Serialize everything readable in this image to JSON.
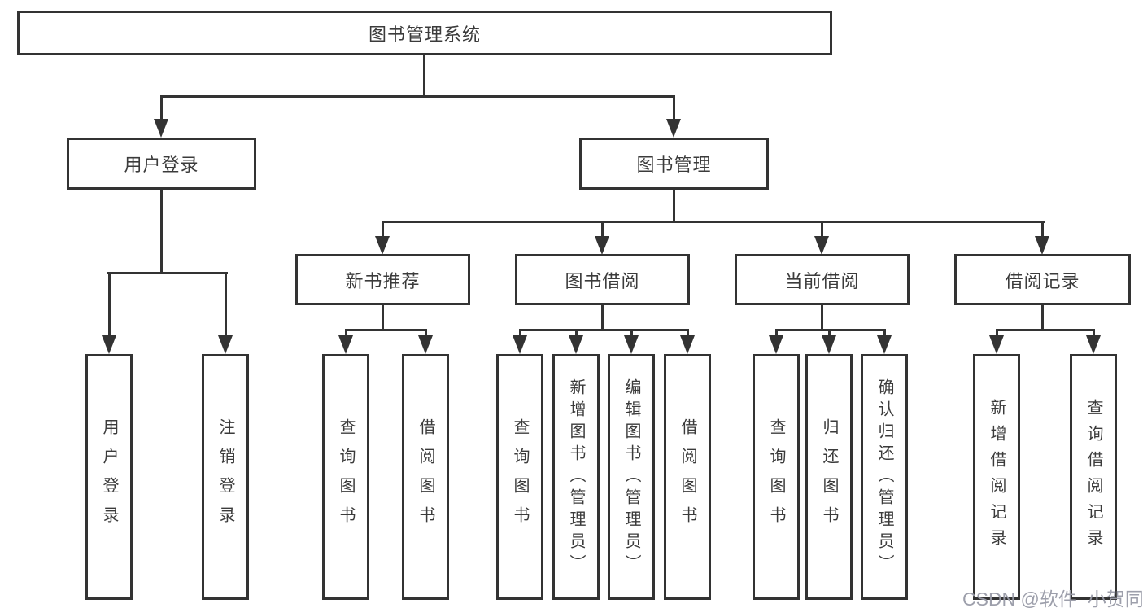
{
  "title": "图书管理系统",
  "level2": [
    {
      "label": "用户登录"
    },
    {
      "label": "图书管理"
    }
  ],
  "level3": [
    {
      "label": "新书推荐"
    },
    {
      "label": "图书借阅"
    },
    {
      "label": "当前借阅"
    },
    {
      "label": "借阅记录"
    }
  ],
  "leaves": {
    "user_login": [
      {
        "label": "用户登录"
      },
      {
        "label": "注销登录"
      }
    ],
    "new_book": [
      {
        "label": "查询图书"
      },
      {
        "label": "借阅图书"
      }
    ],
    "borrow": [
      {
        "label": "查询图书"
      },
      {
        "label": "新增图书（管理员）"
      },
      {
        "label": "编辑图书（管理员）"
      },
      {
        "label": "借阅图书"
      }
    ],
    "current": [
      {
        "label": "查询图书"
      },
      {
        "label": "归还图书"
      },
      {
        "label": "确认归还（管理员）"
      }
    ],
    "records": [
      {
        "label": "新增借阅记录"
      },
      {
        "label": "查询借阅记录"
      }
    ]
  },
  "watermark": "CSDN @软件_小贺同学",
  "colors": {
    "line": "#333333",
    "text": "#3b3b3b",
    "background": "#ffffff",
    "watermark": "#989aa6"
  }
}
